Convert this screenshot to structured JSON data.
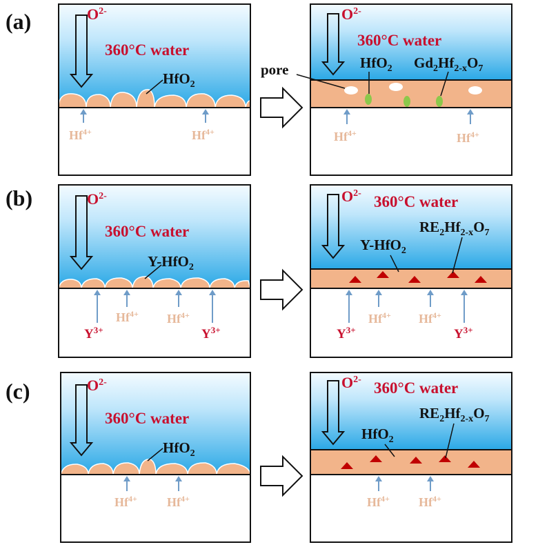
{
  "panels": {
    "a": {
      "tag": "(a)",
      "left": {
        "o2": "O",
        "o2_sup": "2-",
        "water": "360°C water",
        "film": "HfO",
        "film_sub": "2",
        "ion1": "Hf",
        "ion1_sup": "4+",
        "ion2": "Hf",
        "ion2_sup": "4+"
      },
      "right": {
        "o2": "O",
        "o2_sup": "2-",
        "water": "360°C water",
        "pore": "pore",
        "film": "HfO",
        "film_sub": "2",
        "phase_a": "Gd",
        "phase_a_sub": "2",
        "phase_b": "Hf",
        "phase_b_sub": "2-x",
        "phase_c": "O",
        "phase_c_sub": "7",
        "ion1": "Hf",
        "ion1_sup": "4+",
        "ion2": "Hf",
        "ion2_sup": "4+"
      }
    },
    "b": {
      "tag": "(b)",
      "left": {
        "o2": "O",
        "o2_sup": "2-",
        "water": "360°C water",
        "film": "Y-HfO",
        "film_sub": "2",
        "y1": "Y",
        "y1_sup": "3+",
        "hf1": "Hf",
        "hf1_sup": "4+",
        "hf2": "Hf",
        "hf2_sup": "4+",
        "y2": "Y",
        "y2_sup": "3+"
      },
      "right": {
        "o2": "O",
        "o2_sup": "2-",
        "water": "360°C water",
        "film": "Y-HfO",
        "film_sub": "2",
        "phase_a": "RE",
        "phase_a_sub": "2",
        "phase_b": "Hf",
        "phase_b_sub": "2-x",
        "phase_c": "O",
        "phase_c_sub": "7",
        "y1": "Y",
        "y1_sup": "3+",
        "hf1": "Hf",
        "hf1_sup": "4+",
        "hf2": "Hf",
        "hf2_sup": "4+",
        "y2": "Y",
        "y2_sup": "3+"
      }
    },
    "c": {
      "tag": "(c)",
      "left": {
        "o2": "O",
        "o2_sup": "2-",
        "water": "360°C water",
        "film": "HfO",
        "film_sub": "2",
        "ion1": "Hf",
        "ion1_sup": "4+",
        "ion2": "Hf",
        "ion2_sup": "4+"
      },
      "right": {
        "o2": "O",
        "o2_sup": "2-",
        "water": "360°C water",
        "film": "HfO",
        "film_sub": "2",
        "phase_a": "RE",
        "phase_a_sub": "2",
        "phase_b": "Hf",
        "phase_b_sub": "2-x",
        "phase_c": "O",
        "phase_c_sub": "7",
        "ion1": "Hf",
        "ion1_sup": "4+",
        "ion2": "Hf",
        "ion2_sup": "4+"
      }
    }
  },
  "colors": {
    "label_red": "#c8102e",
    "ion_tan": "#e6b89a",
    "oxide_fill": "#f2b48a",
    "water_top": "#f4fbff",
    "water_bottom": "#2aa8e6",
    "ion_arrow": "#6f9cc8",
    "rare_earth_triangle": "#c00000",
    "gd_phase_green": "#8cc84b"
  }
}
